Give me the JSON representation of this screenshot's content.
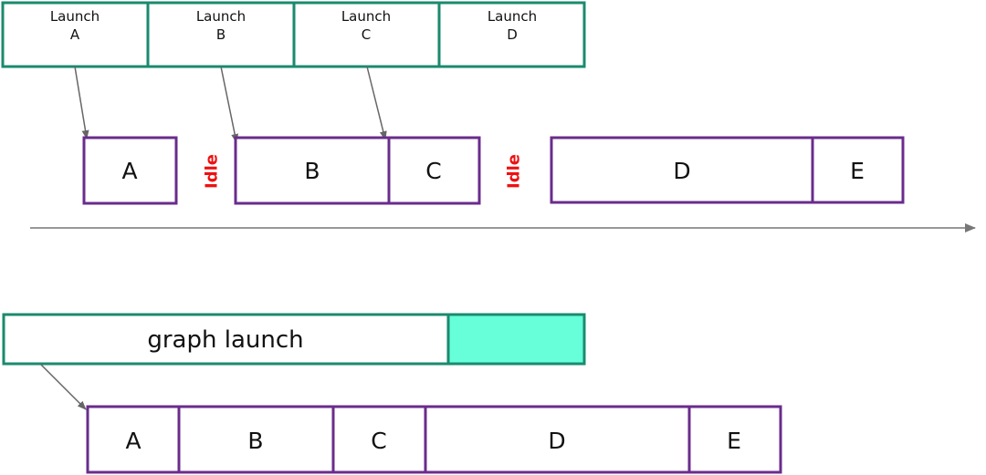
{
  "colors": {
    "launch_border": "#1a8a6e",
    "kernel_border": "#6a2c8c",
    "idle_text": "#ee1111",
    "graph_fill": "#66ffd9",
    "arrow": "#666666",
    "timeline": "#777777"
  },
  "stream_launches": [
    {
      "line1": "Launch",
      "line2": "A"
    },
    {
      "line1": "Launch",
      "line2": "B"
    },
    {
      "line1": "Launch",
      "line2": "C"
    },
    {
      "line1": "Launch",
      "line2": "D"
    }
  ],
  "stream_kernels": [
    "A",
    "Idle",
    "B",
    "C",
    "Idle",
    "D",
    "E"
  ],
  "graph": {
    "launch_label": "graph launch",
    "kernels": [
      "A",
      "B",
      "C",
      "D",
      "E"
    ]
  }
}
